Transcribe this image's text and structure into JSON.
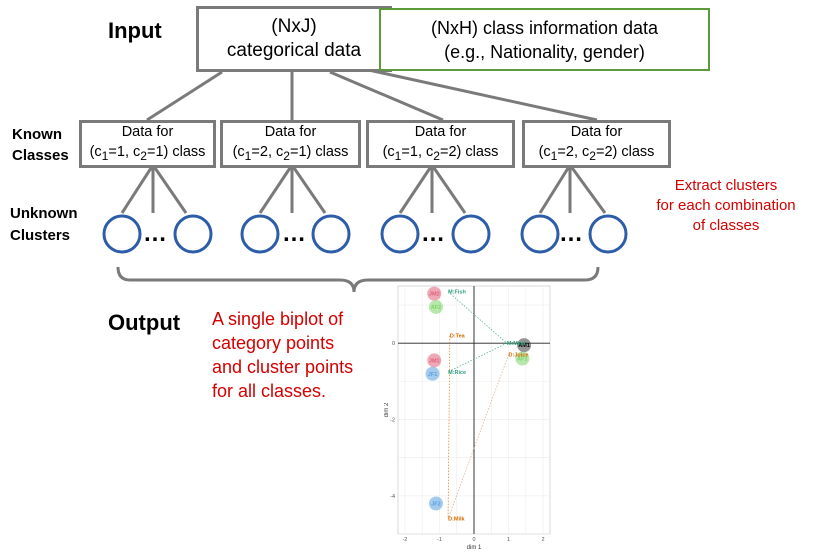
{
  "input": {
    "label": "Input",
    "categorical_box": {
      "line1": "(NxJ)",
      "line2": "categorical data"
    },
    "class_info_box": {
      "line1": "(NxH) class information data",
      "line2": "(e.g., Nationality, gender)"
    }
  },
  "known_classes": {
    "label_line1": "Known",
    "label_line2": "Classes",
    "boxes": [
      {
        "title": "Data for",
        "c1": "1",
        "c2": "1"
      },
      {
        "title": "Data for",
        "c1": "2",
        "c2": "1"
      },
      {
        "title": "Data for",
        "c1": "1",
        "c2": "2"
      },
      {
        "title": "Data for",
        "c1": "2",
        "c2": "2"
      }
    ],
    "class_suffix": "class"
  },
  "unknown_clusters": {
    "label_line1": "Unknown",
    "label_line2": "Clusters",
    "ellipsis": "…"
  },
  "extract_note": {
    "line1": "Extract clusters",
    "line2": "for each combination",
    "line3": "of classes"
  },
  "output": {
    "label": "Output",
    "desc_lines": [
      "A single biplot of",
      "category points",
      "and cluster points",
      "for all classes."
    ]
  },
  "colors": {
    "box_border": "#7a7a7a",
    "green_border": "#5a9a3a",
    "circle": "#2d5ca8",
    "note_red": "#d40000"
  },
  "chart_data": {
    "type": "scatter",
    "xlabel": "dim 1",
    "ylabel": "dim 2",
    "xlim": [
      -2.2,
      2.2
    ],
    "ylim": [
      -5.0,
      1.5
    ],
    "xticks": [
      -2,
      -1,
      0,
      1,
      2
    ],
    "yticks": [
      -4,
      -2,
      0
    ],
    "grid": true,
    "category_points": [
      {
        "label": "M:Fish",
        "x": -0.75,
        "y": 1.35,
        "color": "#2e9e7a"
      },
      {
        "label": "D:Tea",
        "x": -0.7,
        "y": 0.2,
        "color": "#d46a00"
      },
      {
        "label": "M:Meat",
        "x": 0.95,
        "y": 0.0,
        "color": "#2e9e7a"
      },
      {
        "label": "D:Juice",
        "x": 1.0,
        "y": -0.3,
        "color": "#d46a00"
      },
      {
        "label": "M:Rice",
        "x": -0.75,
        "y": -0.75,
        "color": "#2e9e7a"
      },
      {
        "label": "D:Milk",
        "x": -0.75,
        "y": -4.6,
        "color": "#d46a00"
      }
    ],
    "cluster_points": [
      {
        "label": "JM2",
        "x": -1.15,
        "y": 1.3,
        "color": "#e0607a"
      },
      {
        "label": "AF2",
        "x": -1.1,
        "y": 0.95,
        "color": "#7fd46a"
      },
      {
        "label": "AM1",
        "x": 1.45,
        "y": -0.05,
        "color": "#404040"
      },
      {
        "label": "AF1",
        "x": 1.4,
        "y": -0.4,
        "color": "#7fd46a"
      },
      {
        "label": "JM1",
        "x": -1.15,
        "y": -0.45,
        "color": "#e0607a"
      },
      {
        "label": "JF1",
        "x": -1.2,
        "y": -0.8,
        "color": "#5aa0e0"
      },
      {
        "label": "JF2",
        "x": -1.1,
        "y": -4.2,
        "color": "#5aa0e0"
      }
    ]
  }
}
